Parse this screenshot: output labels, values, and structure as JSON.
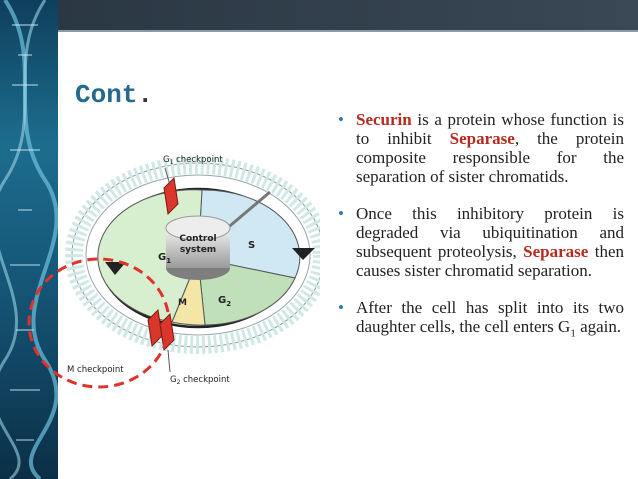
{
  "slide": {
    "title": "Cont",
    "title_dot": ".",
    "bullet_marker": "•",
    "accent_color": "#246a8a",
    "highlight_color": "#b52a1e"
  },
  "diagram": {
    "g1_checkpoint": "G",
    "g1_checkpoint_sub": "1",
    "g1_checkpoint_suffix": " checkpoint",
    "control_line1": "Control",
    "control_line2": "system",
    "s_label": "S",
    "g1_label": "G",
    "g1_label_sub": "1",
    "g2_label": "G",
    "g2_label_sub": "2",
    "m_label": "M",
    "m_checkpoint": "M checkpoint",
    "g2_checkpoint": "G",
    "g2_checkpoint_sub": "2",
    "g2_checkpoint_suffix": " checkpoint"
  },
  "bullets": {
    "b1": {
      "term1": "Securin",
      "text1": " is a protein whose function is to inhibit ",
      "term2": "Separase",
      "text2": ", the protein composite responsible for the separation of sister chromatids."
    },
    "b2": {
      "text1": "Once this inhibitory protein is degraded via ubiquitination and subsequent proteolysis, ",
      "term1": "Separase",
      "text2": " then causes sister chromatid separation."
    },
    "b3": {
      "text1": "After the cell has split into its two daughter cells, the cell enters G",
      "sub": "1",
      "text2": " again."
    }
  }
}
